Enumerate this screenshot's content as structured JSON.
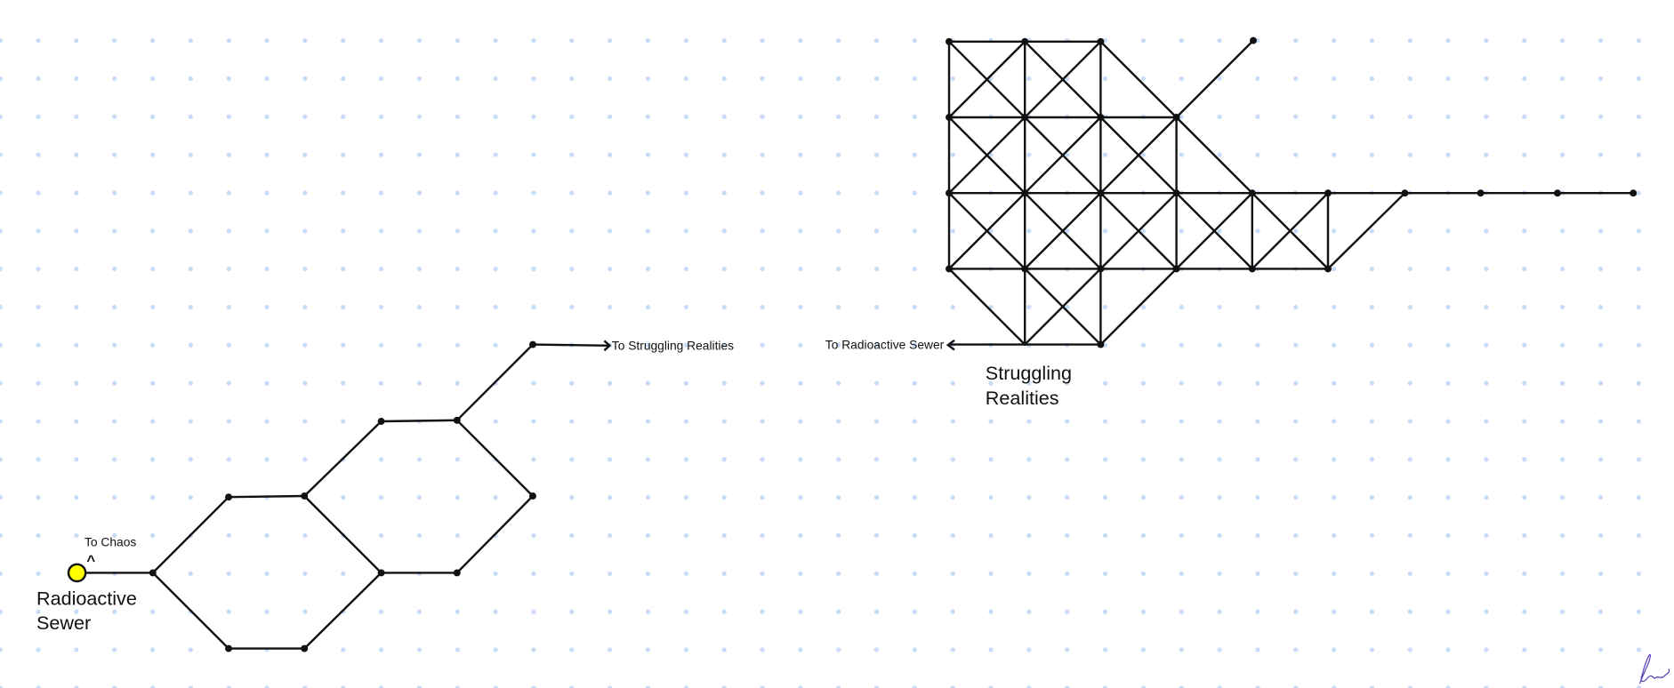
{
  "stations": [
    {
      "name_line1": "Radioactive",
      "name_line2": "Sewer",
      "link_label": "To Struggling Realities",
      "extra_label": "To Chaos",
      "extra_marker": "^"
    },
    {
      "name_line1": "Struggling",
      "name_line2": "Realities",
      "link_label": "To Radioactive Sewer"
    }
  ],
  "colors": {
    "station": "#ffff00",
    "edge": "#111111",
    "grid_dot": "#c9dcf7",
    "signature": "#5b3fb8"
  },
  "signature": "Lorise"
}
